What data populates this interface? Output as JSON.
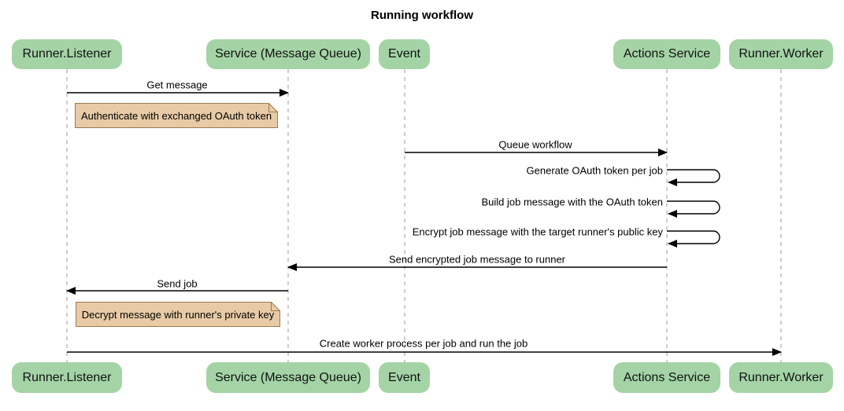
{
  "title": "Running workflow",
  "diagram": {
    "type": "sequence",
    "actors": [
      {
        "id": "runner-listener",
        "label": "Runner.Listener"
      },
      {
        "id": "service-message-queue",
        "label": "Service (Message Queue)"
      },
      {
        "id": "event",
        "label": "Event"
      },
      {
        "id": "actions-service",
        "label": "Actions Service"
      },
      {
        "id": "runner-worker",
        "label": "Runner.Worker"
      }
    ],
    "messages": [
      {
        "kind": "arrow",
        "from": "Runner.Listener",
        "to": "Service (Message Queue)",
        "label": "Get message"
      },
      {
        "kind": "note",
        "over": "Runner.Listener",
        "label": "Authenticate with exchanged OAuth token"
      },
      {
        "kind": "arrow",
        "from": "Event",
        "to": "Actions Service",
        "label": "Queue workflow"
      },
      {
        "kind": "self",
        "from": "Actions Service",
        "to": "Actions Service",
        "label": "Generate OAuth token per job"
      },
      {
        "kind": "self",
        "from": "Actions Service",
        "to": "Actions Service",
        "label": "Build job message with the OAuth token"
      },
      {
        "kind": "self",
        "from": "Actions Service",
        "to": "Actions Service",
        "label": "Encrypt job message with the target runner's public key"
      },
      {
        "kind": "arrow",
        "from": "Actions Service",
        "to": "Service (Message Queue)",
        "label": "Send encrypted job message to runner"
      },
      {
        "kind": "arrow",
        "from": "Service (Message Queue)",
        "to": "Runner.Listener",
        "label": "Send job"
      },
      {
        "kind": "note",
        "over": "Runner.Listener",
        "label": "Decrypt message with runner's private key"
      },
      {
        "kind": "arrow",
        "from": "Runner.Listener",
        "to": "Runner.Worker",
        "label": "Create worker process per job and run the job"
      }
    ],
    "colors": {
      "actor_fill": "#a4d4a6",
      "note_fill": "#e8cba6",
      "note_border": "#9c7a4d",
      "lifeline": "#9e9e9e",
      "arrow": "#000000",
      "background": "#ffffff"
    }
  }
}
